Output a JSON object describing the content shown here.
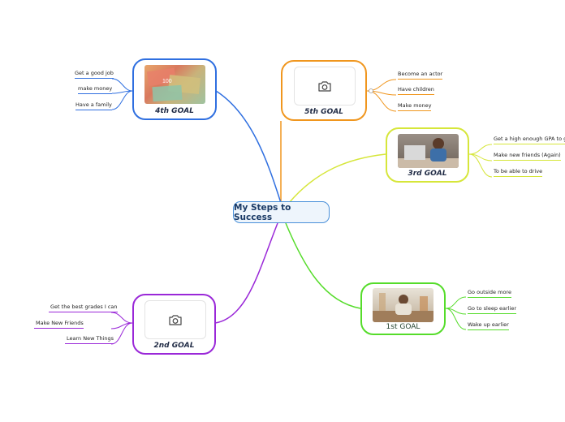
{
  "center": {
    "title": "My Steps to Success"
  },
  "goals": {
    "g4": {
      "label": "4th GOAL",
      "color": "#2f6fe0",
      "image": "money-photo",
      "items": [
        "Get a good job",
        "make money",
        "Have a family"
      ]
    },
    "g5": {
      "label": "5th GOAL",
      "color": "#f0961e",
      "image": "camera-placeholder",
      "items": [
        "Become an actor",
        "Have children",
        "Make money"
      ]
    },
    "g3": {
      "label": "3rd GOAL",
      "color": "#d6e63a",
      "image": "student-laptop-photo",
      "items": [
        "Get a high enough GPA to go to",
        "Make new friends (Again)",
        "To be able to drive"
      ]
    },
    "g1": {
      "label": "1st GOAL",
      "color": "#55dc2a",
      "image": "man-desk-photo",
      "items": [
        "Go outside more",
        "Go to sleep earlier",
        "Wake up earlier"
      ]
    },
    "g2": {
      "label": "2nd GOAL",
      "color": "#9a28d8",
      "image": "camera-placeholder",
      "items": [
        "Get the best grades I can",
        "Make New Friends",
        "Learn New Things"
      ]
    }
  }
}
